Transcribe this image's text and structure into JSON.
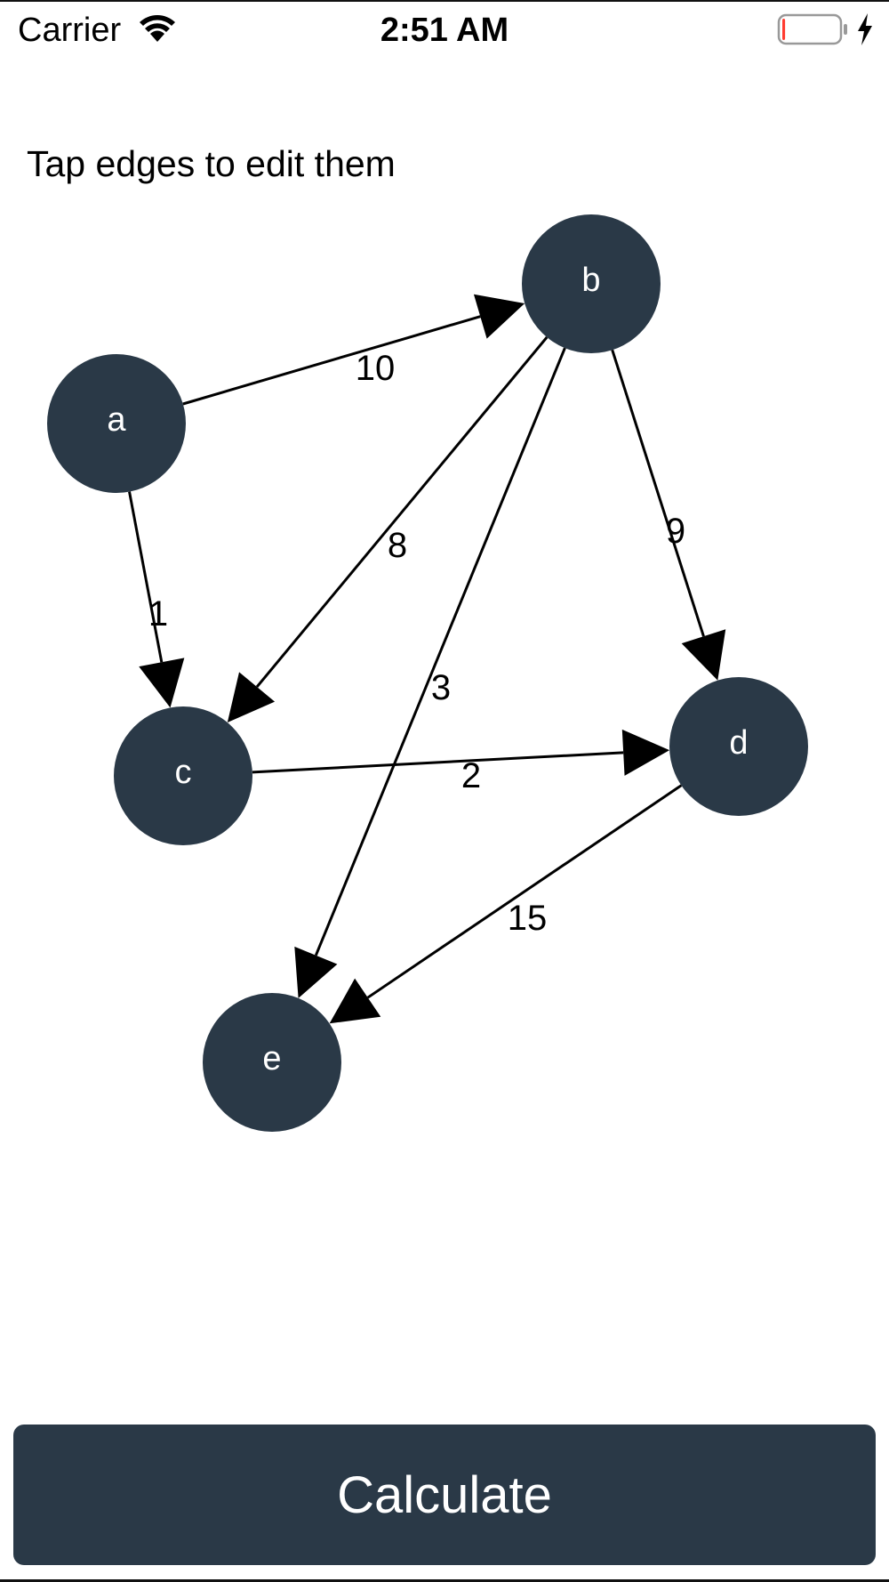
{
  "status_bar": {
    "carrier": "Carrier",
    "time": "2:51 AM",
    "icons": [
      "wifi-icon",
      "battery-icon",
      "charging-bolt-icon"
    ],
    "battery_level": 0.05,
    "battery_color": "#ff3b30"
  },
  "hint": "Tap edges to edit them",
  "graph": {
    "node_color": "#2a3947",
    "nodes": [
      {
        "id": "a",
        "label": "a"
      },
      {
        "id": "b",
        "label": "b"
      },
      {
        "id": "c",
        "label": "c"
      },
      {
        "id": "d",
        "label": "d"
      },
      {
        "id": "e",
        "label": "e"
      }
    ],
    "edges": [
      {
        "from": "a",
        "to": "b",
        "weight": "10"
      },
      {
        "from": "a",
        "to": "c",
        "weight": "1"
      },
      {
        "from": "b",
        "to": "c",
        "weight": "8"
      },
      {
        "from": "b",
        "to": "e",
        "weight": "3"
      },
      {
        "from": "b",
        "to": "d",
        "weight": "9"
      },
      {
        "from": "c",
        "to": "d",
        "weight": "2"
      },
      {
        "from": "d",
        "to": "e",
        "weight": "15"
      }
    ]
  },
  "calculate_button": {
    "label": "Calculate",
    "color": "#2a3947"
  }
}
